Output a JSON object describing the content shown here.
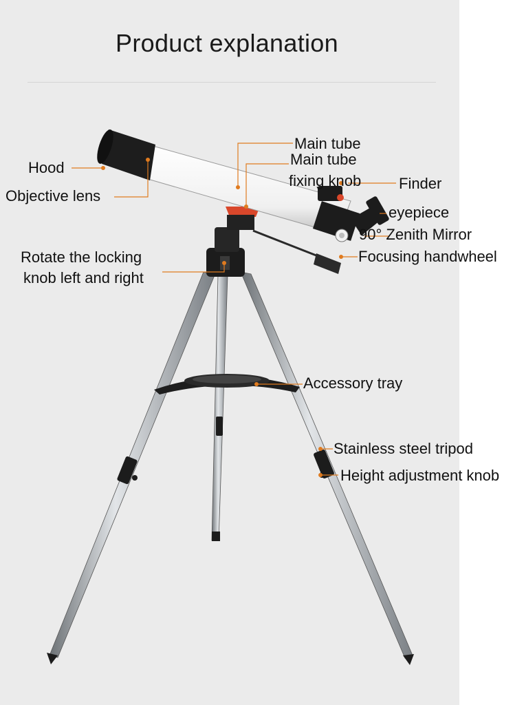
{
  "title": "Product explanation",
  "labels": {
    "main_tube": "Main tube",
    "main_tube_fixing_1": "Main tube",
    "main_tube_fixing_2": "fixing knob",
    "hood": "Hood",
    "finder": "Finder",
    "objective_lens": "Objective lens",
    "eyepiece": "eyepiece",
    "zenith_mirror": "90° Zenith Mirror",
    "rotate_1": "Rotate the locking",
    "rotate_2": "knob left and right",
    "focusing_handwheel": "Focusing handwheel",
    "accessory_tray": "Accessory tray",
    "tripod": "Stainless steel tripod",
    "height_knob": "Height adjustment knob"
  },
  "colors": {
    "leader_line": "#e07b1f",
    "background": "#ebebeb",
    "tube": "#f7f7f7",
    "metal": "#a9aeb3",
    "dark": "#1c1c1c",
    "mount_red": "#d9472b"
  }
}
